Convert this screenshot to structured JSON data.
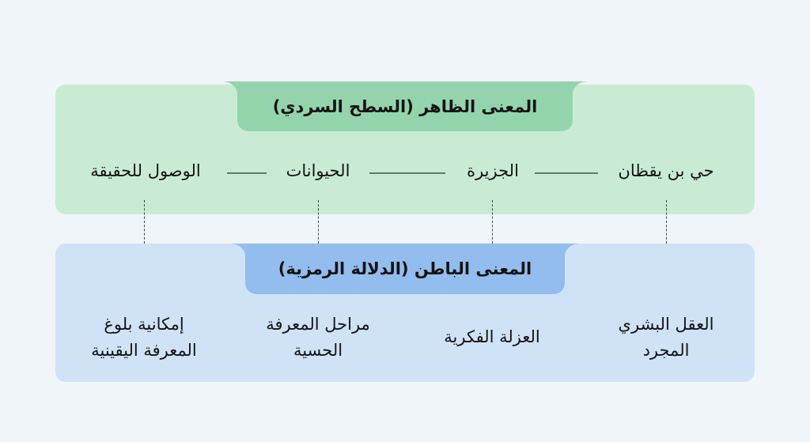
{
  "surface": {
    "title": "المعنى الظاهر (السطح السردي)",
    "color": "#c9ebd4",
    "tab_color": "#94d4ad",
    "nodes": [
      {
        "label": "حي بن يقظان"
      },
      {
        "label": "الجزيرة"
      },
      {
        "label": "الحيوانات"
      },
      {
        "label": "الوصول للحقيقة"
      }
    ]
  },
  "hidden": {
    "title": "المعنى الباطن (الدلالة الرمزية)",
    "color": "#d0e2f6",
    "tab_color": "#93bdee",
    "nodes": [
      {
        "line1": "العقل البشري",
        "line2": "المجرد"
      },
      {
        "line1": "العزلة الفكرية",
        "line2": ""
      },
      {
        "line1": "مراحل المعرفة",
        "line2": "الحسية"
      },
      {
        "line1": "إمكانية بلوغ",
        "line2": "المعرفة اليقينية"
      }
    ]
  },
  "connectors": {
    "horizontal_color": "#5c7d68",
    "vertical_style": "dashed"
  }
}
